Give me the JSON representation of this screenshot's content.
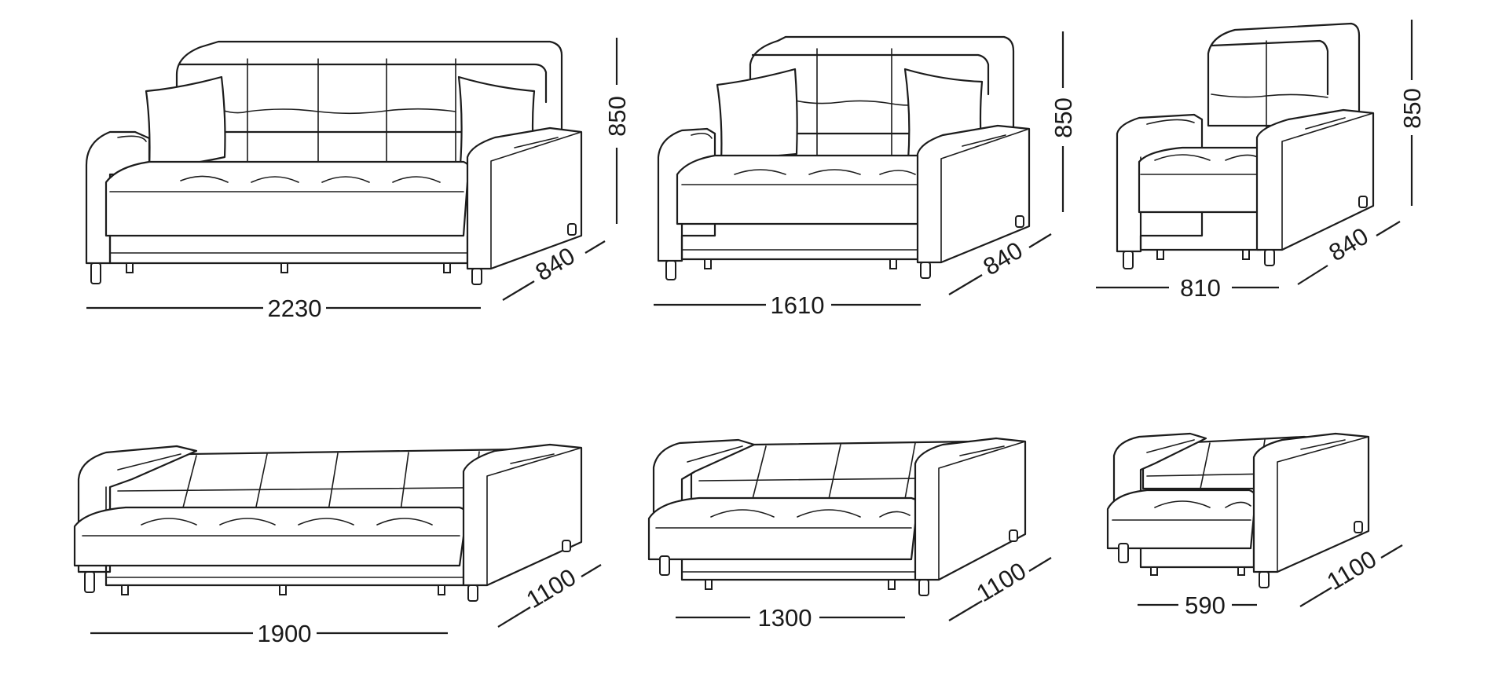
{
  "sofa_large": {
    "width": "2230",
    "depth": "840",
    "height": "850"
  },
  "sofa_medium": {
    "width": "1610",
    "depth": "840",
    "height": "850"
  },
  "armchair": {
    "width": "810",
    "depth": "840",
    "height": "850"
  },
  "bed_large": {
    "sleep_width": "1900",
    "unfolded_depth": "1100"
  },
  "bed_medium": {
    "sleep_width": "1300",
    "unfolded_depth": "1100"
  },
  "bed_single": {
    "sleep_width": "590",
    "unfolded_depth": "1100"
  }
}
